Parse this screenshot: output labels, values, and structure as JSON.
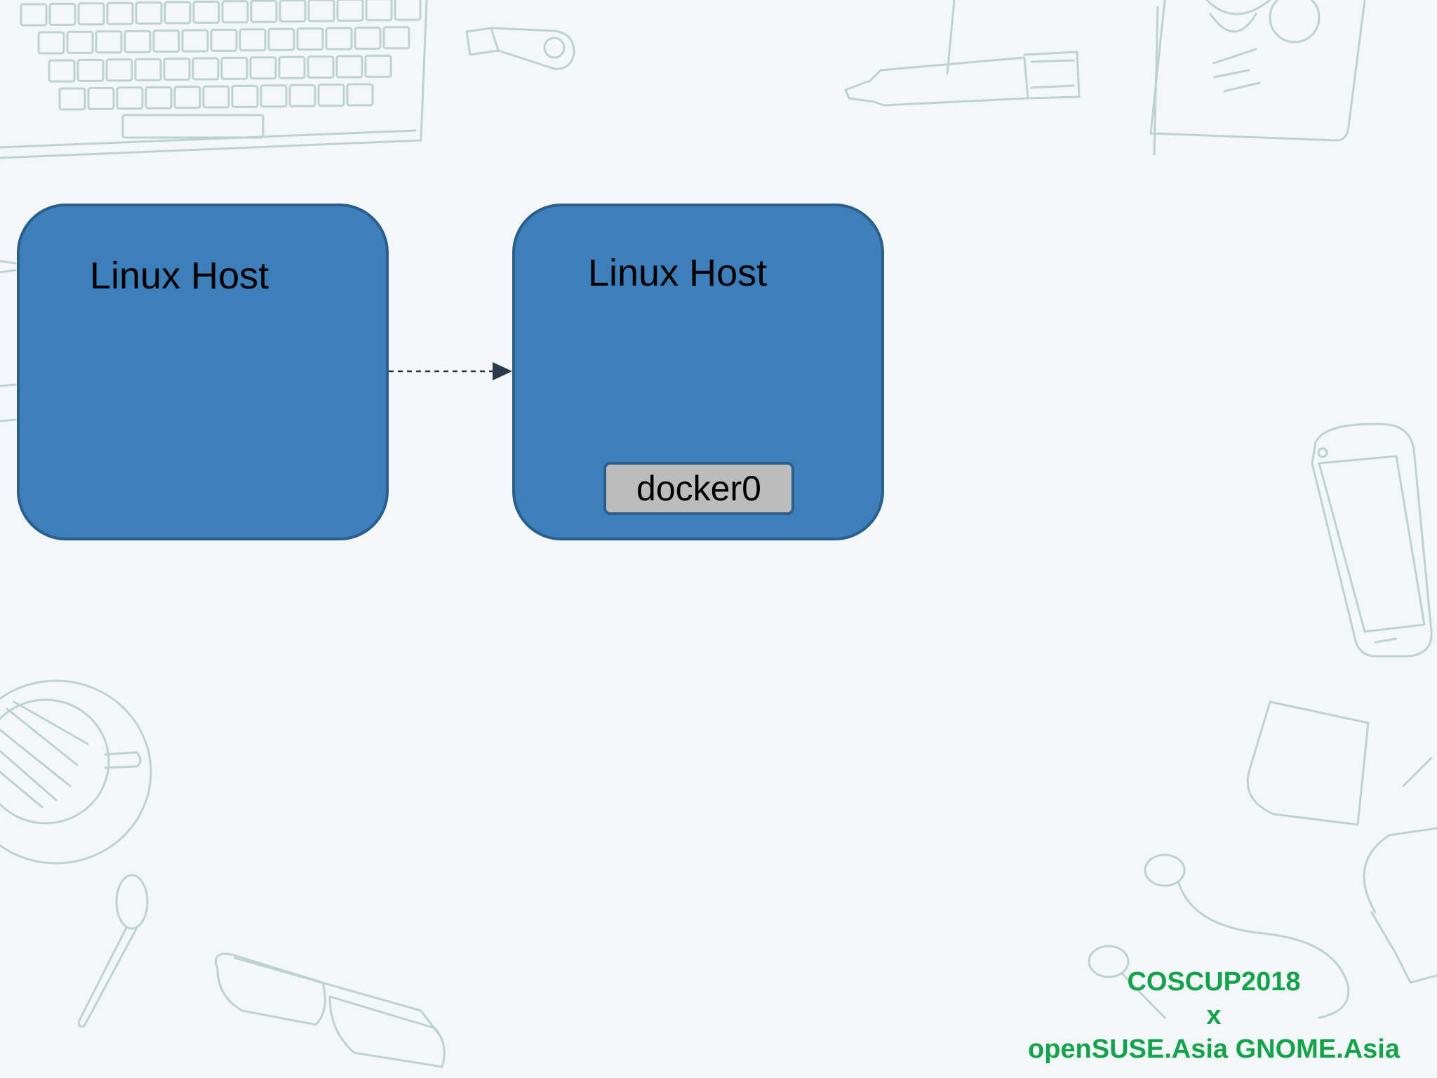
{
  "diagram": {
    "hosts": [
      {
        "label": "Linux Host"
      },
      {
        "label": "Linux Host",
        "bridge": "docker0"
      }
    ],
    "footer": {
      "line1": "COSCUP2018",
      "line2": "x",
      "line3": "openSUSE.Asia GNOME.Asia"
    }
  },
  "colors": {
    "background": "#f4f7fa",
    "host_fill": "#3c7fba",
    "host_border": "#2a5e8c",
    "bridge_fill": "#bcbcbc",
    "footer_text": "#14a34a",
    "doodle_stroke": "#bdd3cf"
  },
  "icons": [
    "keyboard-doodle",
    "usb-drive-doodle",
    "marker-doodle",
    "notebook-doodle",
    "phone-doodle",
    "coffee-cup-doodle",
    "spoon-doodle",
    "glasses-doodle",
    "sticky-note-doodle",
    "earphones-doodle"
  ]
}
